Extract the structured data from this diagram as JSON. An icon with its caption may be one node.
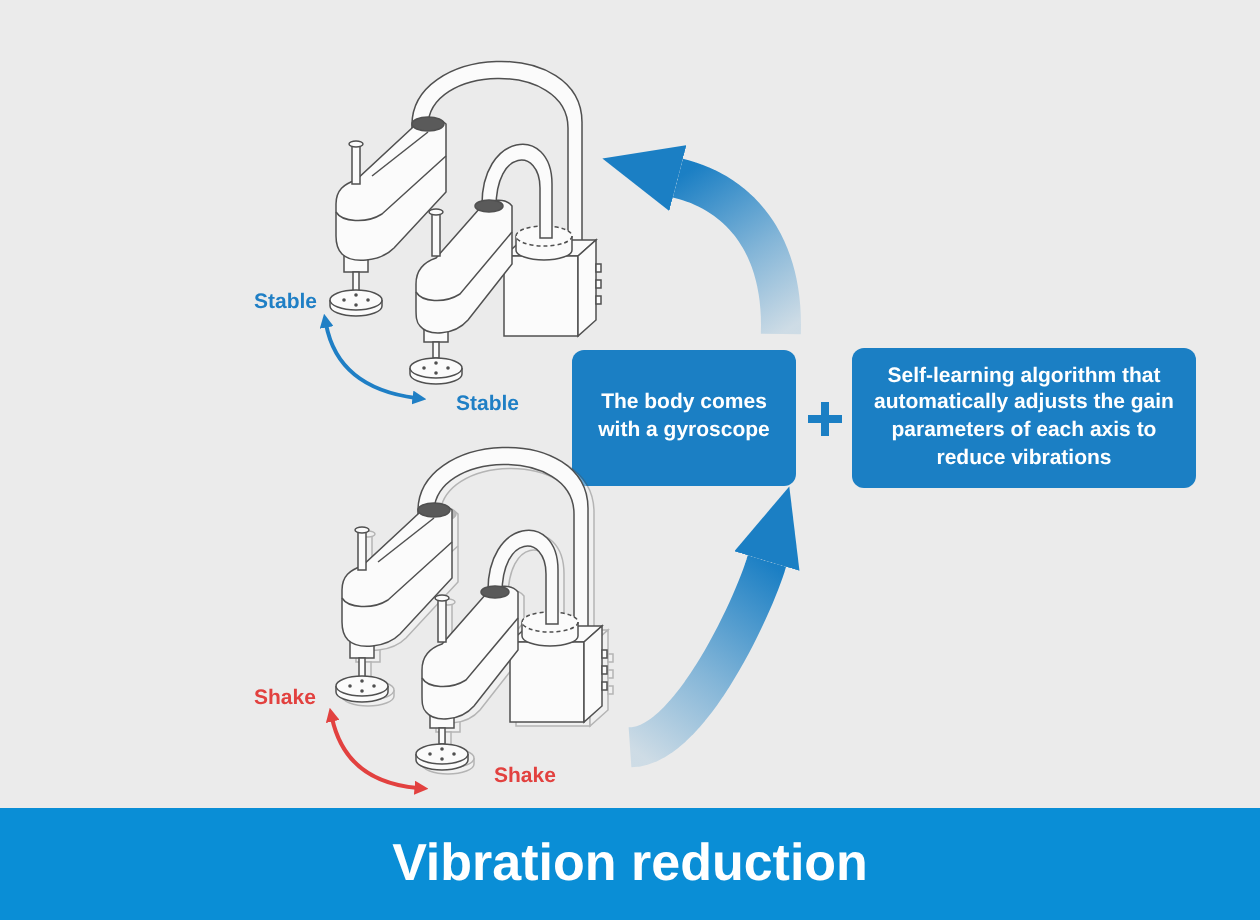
{
  "diagram": {
    "title": "Vibration reduction",
    "nodes": [
      {
        "text": [],
        "shape": "picture",
        "beside": [
          "Stable",
          "Stable"
        ]
      },
      {
        "text": [
          "The body comes with a gyroscope"
        ]
      },
      {
        "text": [
          "Self-learning algorithm that automatically adjusts the gain parameters of each axis to reduce vibrations"
        ]
      },
      {
        "text": [],
        "shape": "picture",
        "beside": [
          "Shake",
          "Shake"
        ]
      }
    ],
    "edges": [
      {
        "from": 3,
        "to": 1,
        "arrow": "to"
      },
      {
        "from": 1,
        "to": 0,
        "arrow": "to"
      }
    ]
  }
}
